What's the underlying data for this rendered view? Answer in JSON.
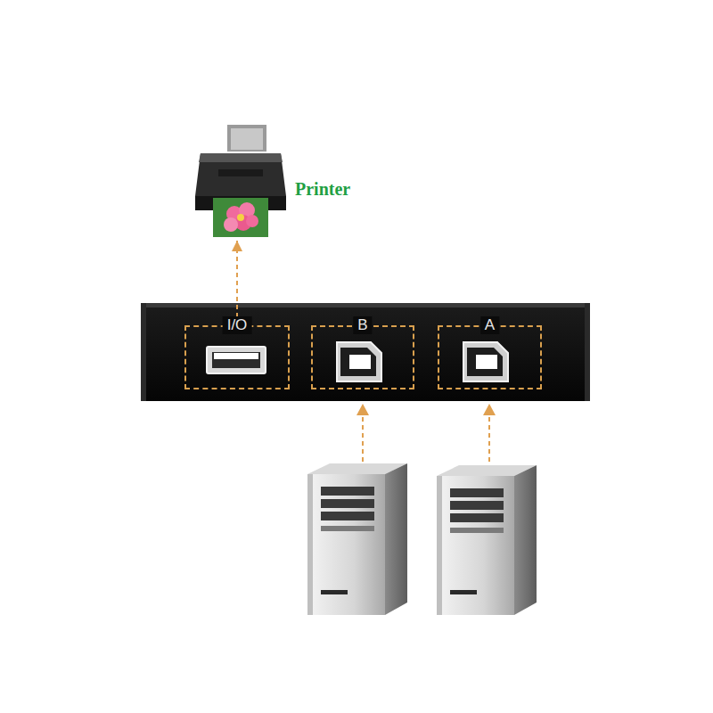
{
  "diagram": {
    "nodes": [
      {
        "text": [
          "Printer"
        ]
      },
      {
        "text": [
          "I/O"
        ]
      },
      {
        "text": [
          "B"
        ]
      },
      {
        "text": [
          "A"
        ]
      }
    ],
    "edges": [
      {
        "from": 1,
        "to": 0,
        "arrow": "to"
      }
    ]
  }
}
